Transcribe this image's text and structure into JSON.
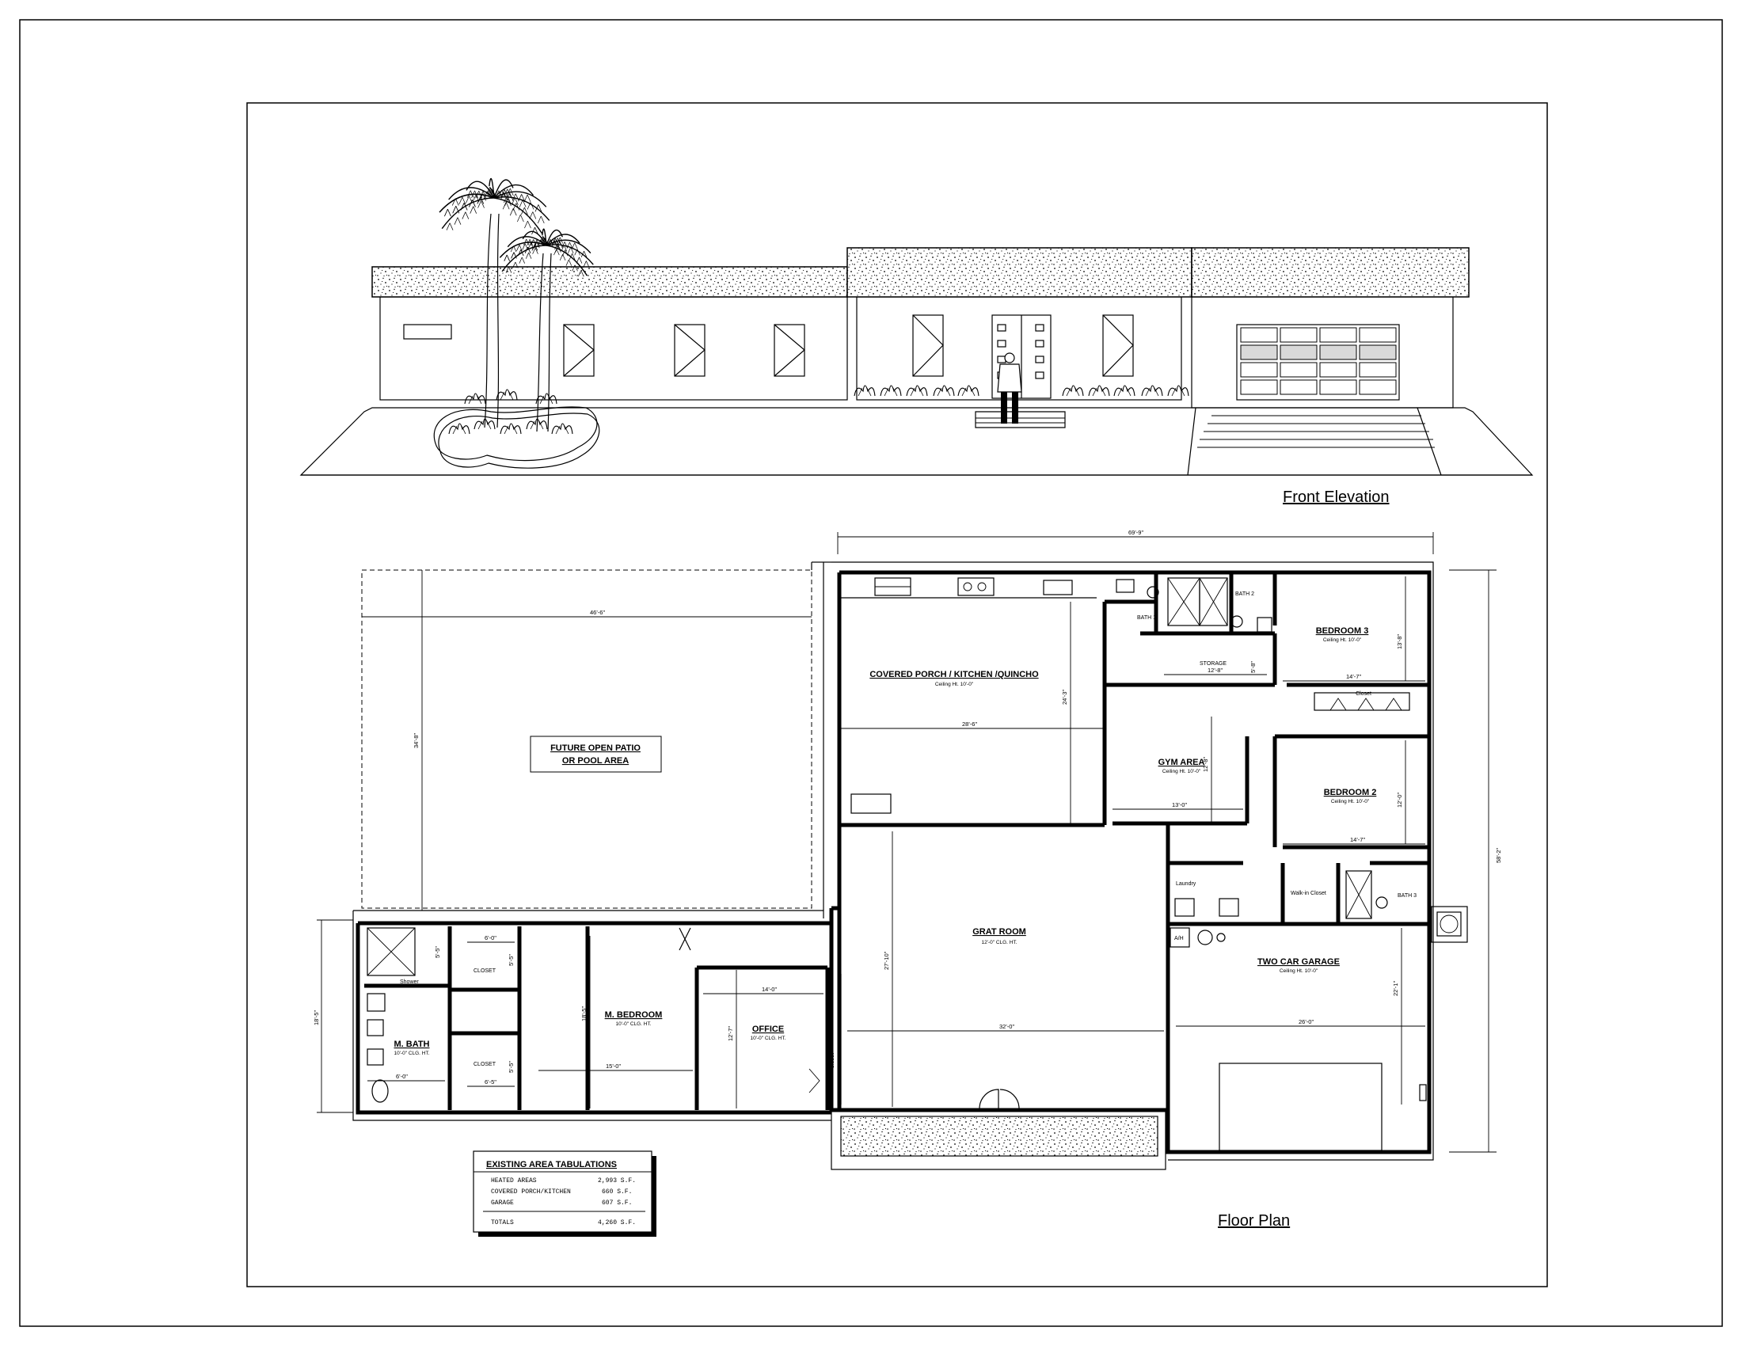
{
  "titles": {
    "front_elevation": "Front Elevation",
    "floor_plan": "Floor Plan"
  },
  "rooms": {
    "patio_line1": "FUTURE OPEN PATIO",
    "patio_line2": "OR POOL AREA",
    "covered_porch": "COVERED PORCH / KITCHEN /QUINCHO",
    "covered_porch_ceiling": "Ceiling Ht. 10'-0\"",
    "bath1": "BATH 1",
    "bath2": "BATH 2",
    "bath3": "BATH 3",
    "storage": "STORAGE",
    "bedroom3": "BEDROOM 3",
    "bedroom3_ceiling": "Ceiling Ht. 10'-0\"",
    "closet": "Closet",
    "gym_area": "GYM AREA",
    "gym_ceiling": "Ceiling Ht. 10'-0\"",
    "bedroom2": "BEDROOM 2",
    "bedroom2_ceiling": "Ceiling Ht. 10'-0\"",
    "great_room": "GRAT ROOM",
    "great_room_ceiling": "12'-0\" CLG. HT.",
    "laundry": "Laundry",
    "walkin_closet": "Walk-in Closet",
    "ah": "A/H",
    "garage": "TWO CAR GARAGE",
    "garage_ceiling": "Ceiling Ht. 10'-0\"",
    "shower": "Shower",
    "closet_upper": "CLOSET",
    "closet_lower": "CLOSET",
    "m_bath": "M. BATH",
    "m_bath_ceiling": "10'-0\" CLG. HT.",
    "m_bedroom": "M. BEDROOM",
    "m_bedroom_ceiling": "10'-0\" CLG. HT.",
    "office": "OFFICE",
    "office_ceiling": "10'-0\" CLG. HT.",
    "closet_side": "Closet"
  },
  "dimensions": {
    "overall_width": "69'-9\"",
    "patio_width": "46'-6\"",
    "patio_depth": "34'-8\"",
    "porch_width": "28'-6\"",
    "porch_depth": "24'-3\"",
    "storage_width": "12'-8\"",
    "storage_depth": "5'-8\"",
    "bed3_width": "14'-7\"",
    "bed3_depth": "13'-8\"",
    "gym_width": "13'-0\"",
    "gym_depth": "12'-8\"",
    "bed2_width": "14'-7\"",
    "bed2_depth": "12'-0\"",
    "overall_depth": "58'-2\"",
    "great_depth": "27'-10\"",
    "great_width": "32'-0\"",
    "garage_width": "26'-0\"",
    "garage_depth": "22'-1\"",
    "wing_depth": "18'-5\"",
    "shower_depth": "5'-5\"",
    "mbath_width": "6'-0\"",
    "closet1_width": "6'-0\"",
    "closet1_depth": "5'-5\"",
    "closet2_width": "6'-5\"",
    "closet2_depth": "5'-5\"",
    "mbed_depth": "18'-5\"",
    "mbed_width": "15'-0\"",
    "office_width": "14'-0\"",
    "office_depth": "12'-7\""
  },
  "tabulation": {
    "title": "EXISTING AREA TABULATIONS",
    "rows": [
      {
        "label": "HEATED AREAS",
        "value": "2,993 S.F."
      },
      {
        "label": "COVERED PORCH/KITCHEN",
        "value": "660 S.F."
      },
      {
        "label": "GARAGE",
        "value": "607 S.F."
      }
    ],
    "total_label": "TOTALS",
    "total_value": "4,260 S.F."
  }
}
